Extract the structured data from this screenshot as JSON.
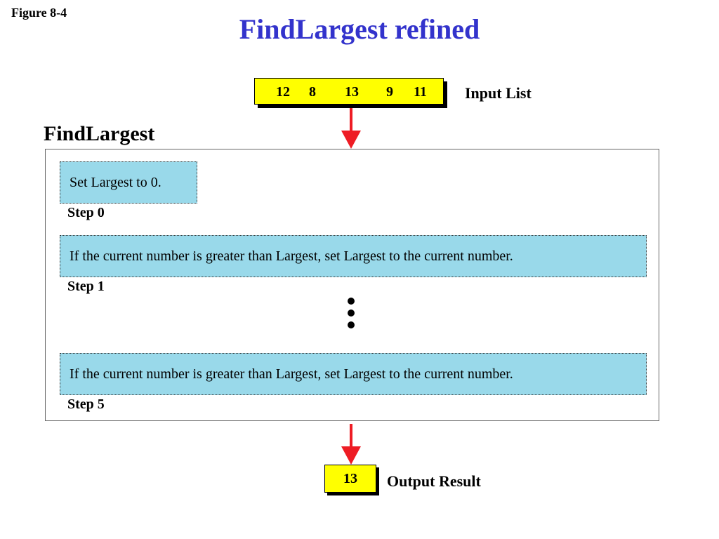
{
  "figure_label": "Figure 8-4",
  "title": "FindLargest refined",
  "input": {
    "numbers": [
      "12",
      "8",
      "13",
      "9",
      "11"
    ],
    "label": "Input List"
  },
  "algorithm": {
    "name": "FindLargest",
    "steps": [
      {
        "text": "Set Largest to 0.",
        "label": "Step 0"
      },
      {
        "text": "If the current number is greater than Largest, set Largest to the current number.",
        "label": "Step 1"
      },
      {
        "text": "If the current number is greater than Largest, set Largest to the current number.",
        "label": "Step 5"
      }
    ]
  },
  "output": {
    "value": "13",
    "label": "Output Result"
  },
  "colors": {
    "title": "#3333cc",
    "list_fill": "#ffff00",
    "step_fill": "#99d9ea",
    "arrow": "#ee1c24"
  }
}
